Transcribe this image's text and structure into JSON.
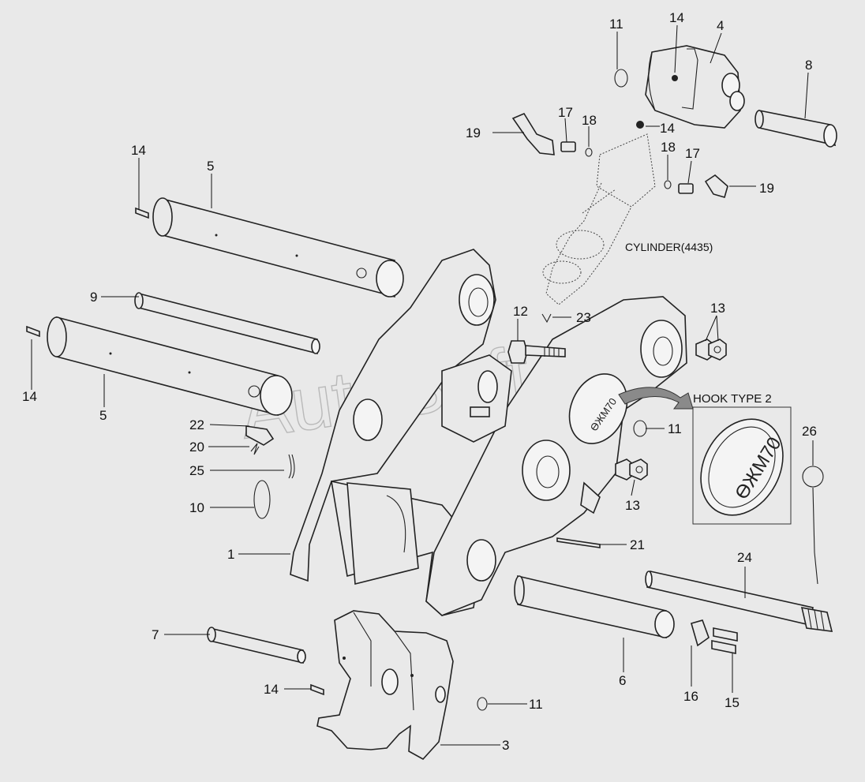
{
  "diagram": {
    "watermark": "AutoSoft",
    "cylinder_caption": "CYLINDER(4435)",
    "inset_title": "HOOK TYPE 2",
    "logo_text": "ӨЖМ70",
    "callouts": {
      "c1": "1",
      "c3": "3",
      "c4": "4",
      "c5a": "5",
      "c5b": "5",
      "c6": "6",
      "c7": "7",
      "c8": "8",
      "c9": "9",
      "c10": "10",
      "c11a": "11",
      "c11b": "11",
      "c11c": "11",
      "c12": "12",
      "c13a": "13",
      "c13b": "13",
      "c14a": "14",
      "c14b": "14",
      "c14c": "14",
      "c14d": "14",
      "c14e": "14",
      "c15": "15",
      "c16": "16",
      "c17a": "17",
      "c17b": "17",
      "c18a": "18",
      "c18b": "18",
      "c19a": "19",
      "c19b": "19",
      "c20": "20",
      "c21": "21",
      "c22": "22",
      "c23": "23",
      "c24": "24",
      "c25": "25",
      "c26": "26"
    }
  }
}
